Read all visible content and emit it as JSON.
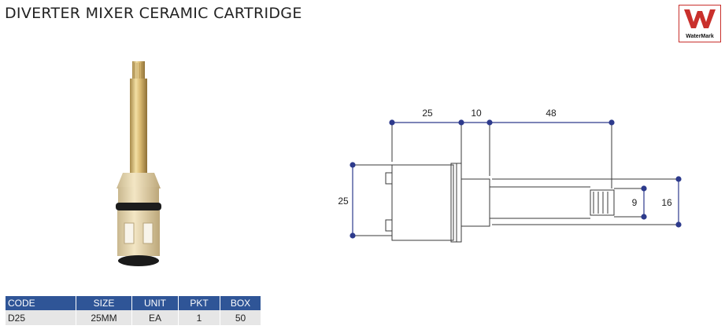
{
  "title": "DIVERTER MIXER CERAMIC CARTRIDGE",
  "logo": {
    "label": "WaterMark",
    "color": "#c9302c"
  },
  "diagram": {
    "dimensions": [
      "25",
      "10",
      "48",
      "25",
      "9",
      "16"
    ]
  },
  "table": {
    "headers": [
      "CODE",
      "SIZE",
      "UNIT",
      "PKT",
      "BOX"
    ],
    "rows": [
      [
        "D25",
        "25MM",
        "EA",
        "1",
        "50"
      ]
    ],
    "header_color": "#2f5597"
  }
}
